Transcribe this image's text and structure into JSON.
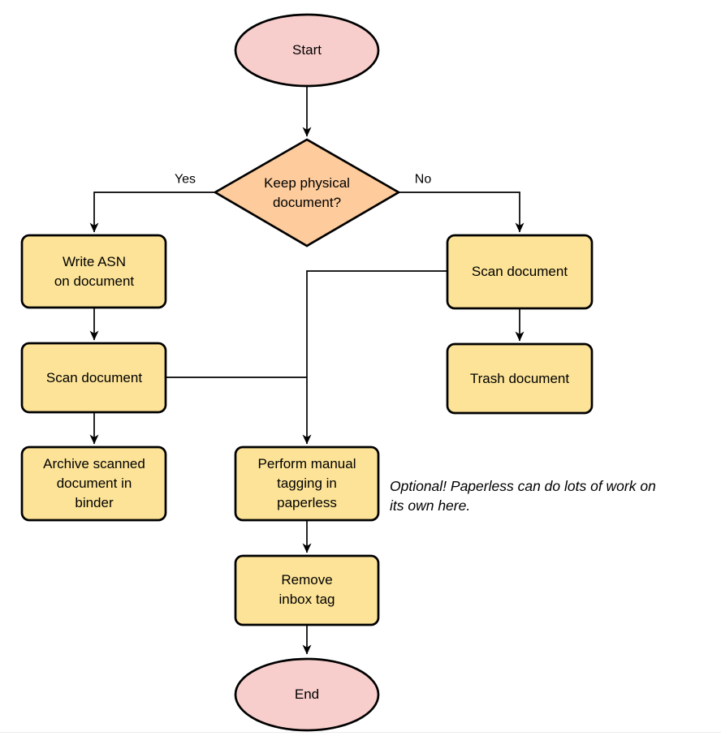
{
  "colors": {
    "terminator_fill": "#F8CECC",
    "decision_fill": "#FDCB9C",
    "process_fill": "#FCE397",
    "stroke": "#000000",
    "text": "#000000",
    "divider": "#ECECEC"
  },
  "diagram": {
    "type": "flowchart",
    "nodes": {
      "start": {
        "label": "Start",
        "shape": "terminator"
      },
      "decision_keep_physical": {
        "label": "Keep physical\ndocument?",
        "shape": "decision"
      },
      "write_asn": {
        "label": "Write ASN\non document",
        "shape": "process"
      },
      "scan_document_left": {
        "label": "Scan document",
        "shape": "process"
      },
      "archive_binder": {
        "label": "Archive scanned\ndocument in\nbinder",
        "shape": "process"
      },
      "scan_document_right": {
        "label": "Scan document",
        "shape": "process"
      },
      "trash_document": {
        "label": "Trash document",
        "shape": "process"
      },
      "perform_tagging": {
        "label": "Perform manual\ntagging in\npaperless",
        "shape": "process"
      },
      "remove_inbox_tag": {
        "label": "Remove\ninbox tag",
        "shape": "process"
      },
      "end": {
        "label": "End",
        "shape": "terminator"
      }
    },
    "edge_labels": {
      "yes": "Yes",
      "no": "No"
    },
    "annotation": "Optional! Paperless can do lots of work on\nits own here."
  }
}
